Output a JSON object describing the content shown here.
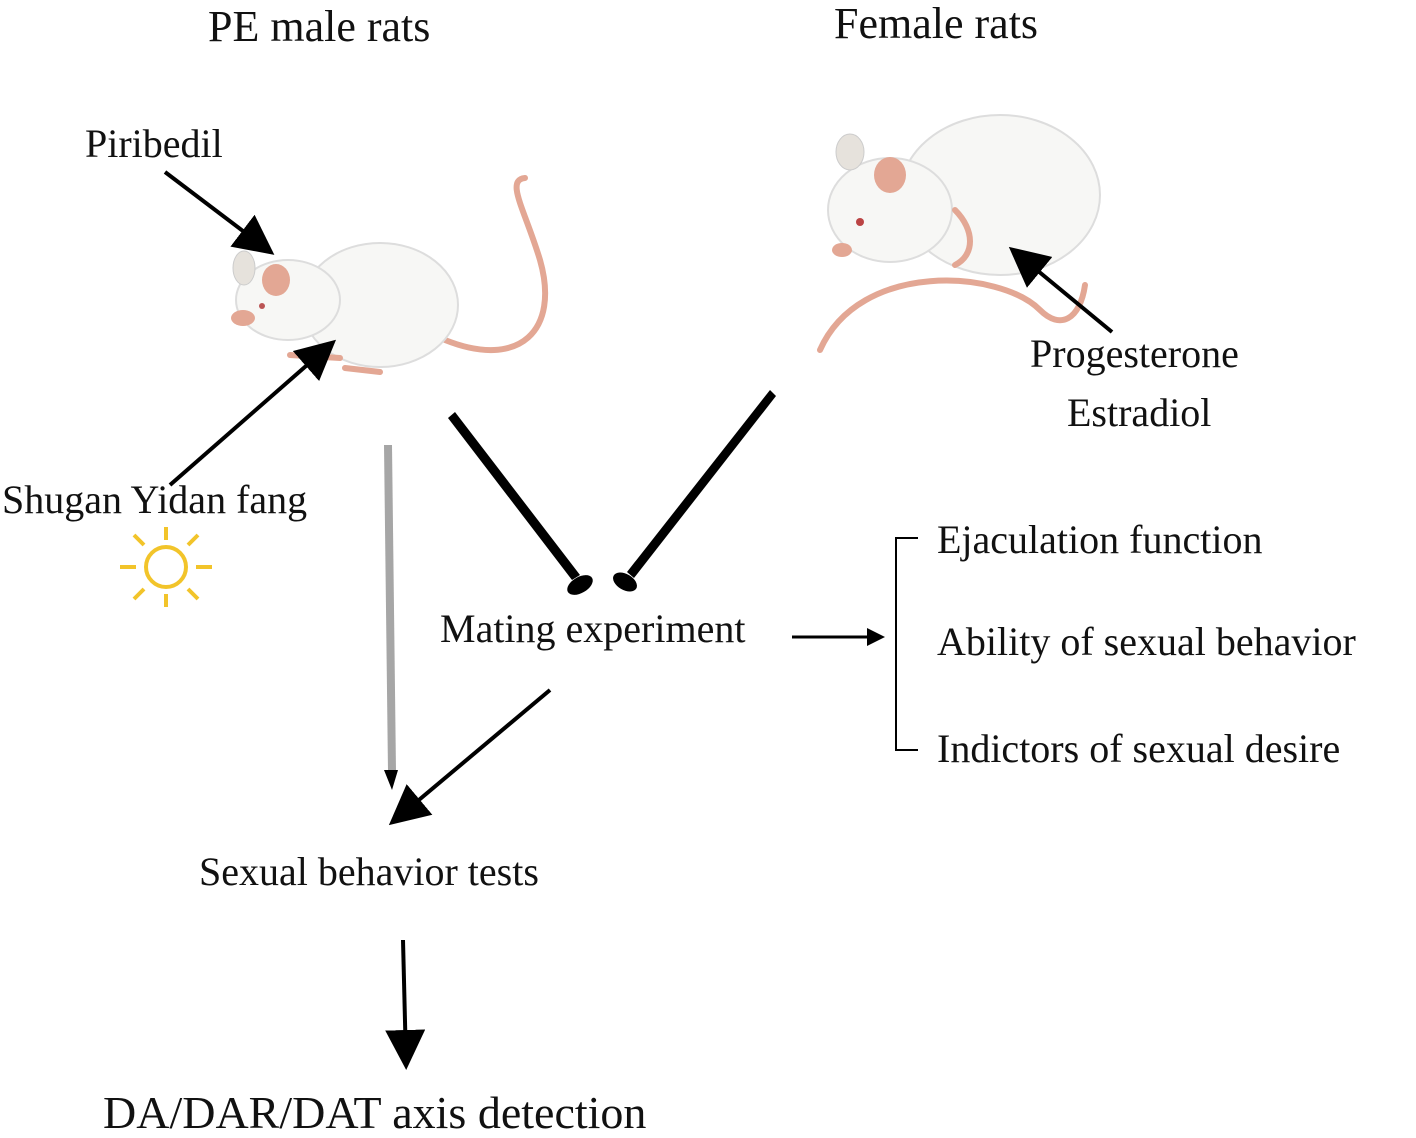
{
  "groups": {
    "male_title": "PE male rats",
    "female_title": "Female rats"
  },
  "treatments": {
    "piribedil": "Piribedil",
    "shugan": "Shugan Yidan fang",
    "progesterone": "Progesterone",
    "estradiol": "Estradiol"
  },
  "steps": {
    "mating": "Mating experiment",
    "sexual_tests": "Sexual behavior tests",
    "axis_detection": "DA/DAR/DAT axis detection"
  },
  "outcomes": [
    "Ejaculation function",
    "Ability of sexual behavior",
    "Indictors of sexual desire"
  ],
  "icons": {
    "sun": "sun-icon",
    "rat": "rat-illustration"
  },
  "colors": {
    "rat_body": "#f7f7f5",
    "rat_pink": "#e3a794",
    "sun": "#f2c42a",
    "gray_arrow": "#a6a6a6"
  }
}
